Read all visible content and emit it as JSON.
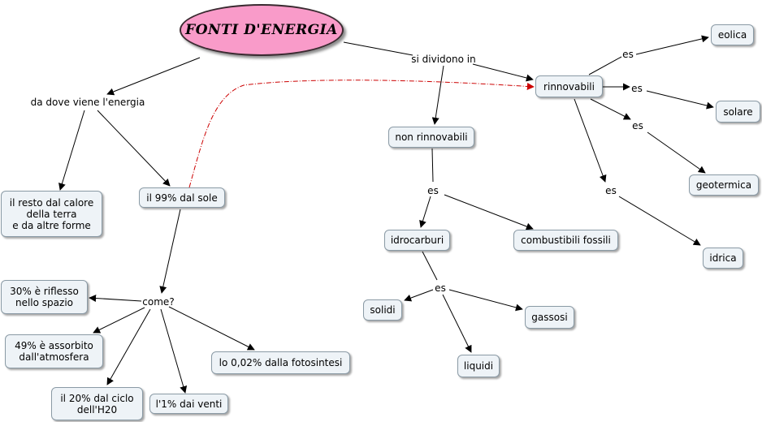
{
  "root": "FONTI D'ENERGIA",
  "links": {
    "origin": "da dove viene l'energia",
    "divide": "si dividono in",
    "how": "come?",
    "es_nonrinn": "es",
    "es_idro": "es",
    "es_eolica": "es",
    "es_solare": "es",
    "es_geotermica": "es",
    "es_idrica": "es"
  },
  "nodes": {
    "calore": "il resto dal calore\ndella terra\ne da altre forme",
    "sole": "il 99% dal sole",
    "riflesso": "30% è riflesso\nnello spazio",
    "assorbito": "49% è assorbito\ndall'atmosfera",
    "ciclo": "il 20% dal ciclo\ndell'H20",
    "venti": "l'1% dai venti",
    "fotosintesi": "lo 0,02% dalla fotosintesi",
    "non_rinnovabili": "non rinnovabili",
    "idrocarburi": "idrocarburi",
    "combustibili": "combustibili fossili",
    "solidi": "solidi",
    "gassosi": "gassosi",
    "liquidi": "liquidi",
    "rinnovabili": "rinnovabili",
    "eolica": "eolica",
    "solare": "solare",
    "geotermica": "geotermica",
    "idrica": "idrica"
  },
  "colors": {
    "root_fill": "#f99bc9",
    "node_fill": "#eef3f7",
    "node_border": "#8a9aa5",
    "cross_link": "#cc0000"
  }
}
